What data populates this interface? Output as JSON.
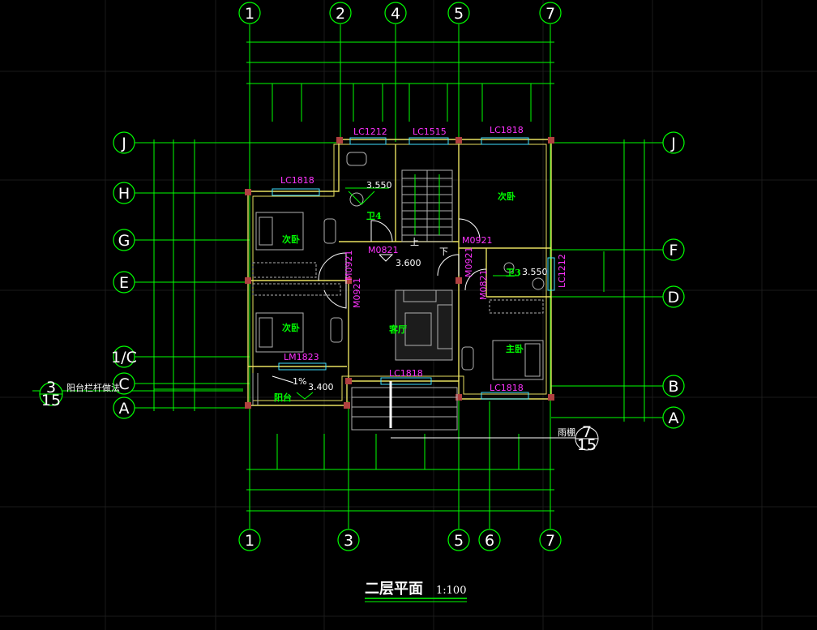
{
  "drawing": {
    "title": "二层平面",
    "scale": "1:100"
  },
  "axes": {
    "top": [
      "1",
      "2",
      "4",
      "5",
      "7"
    ],
    "bottom": [
      "1",
      "3",
      "5",
      "6",
      "7"
    ],
    "left": [
      "J",
      "H",
      "G",
      "E",
      "1/C",
      "C",
      "A"
    ],
    "right": [
      "J",
      "F",
      "D",
      "B",
      "A"
    ]
  },
  "detail_refs": {
    "balcony": {
      "num": "3",
      "sheet": "15",
      "note": "阳台栏杆做法"
    },
    "canopy": {
      "num": "7",
      "sheet": "15",
      "note": "雨棚"
    }
  },
  "windows": {
    "lc1212_top": "LC1212",
    "lc1515": "LC1515",
    "lc1818_top": "LC1818",
    "lc1818_left": "LC1818",
    "lm1823": "LM1823",
    "lc1818_bottom": "LC1818",
    "lc1818_right_bottom": "LC1818",
    "lc1212_right": "LC1212"
  },
  "doors": {
    "m0821_stair": "M0821",
    "m0921_left_top": "M0921",
    "m0921_left_bottom": "M0921",
    "m0921_right_a": "M0921",
    "m0921_right_b": "M0921",
    "m0821_right": "M0821"
  },
  "rooms": {
    "bed_left_top": "次卧",
    "bed_left_bottom": "次卧",
    "bed_right_top": "次卧",
    "living": "客厅",
    "master": "主卧",
    "wc_top": "卫4",
    "wc_right": "卫3",
    "balcony": "阳台"
  },
  "elevations": {
    "wc_top": "3.550",
    "wc_right": "3.550",
    "landing": "3.600",
    "balcony": "3.400"
  },
  "stair": {
    "up": "上",
    "down": "下"
  },
  "slope": "1%"
}
